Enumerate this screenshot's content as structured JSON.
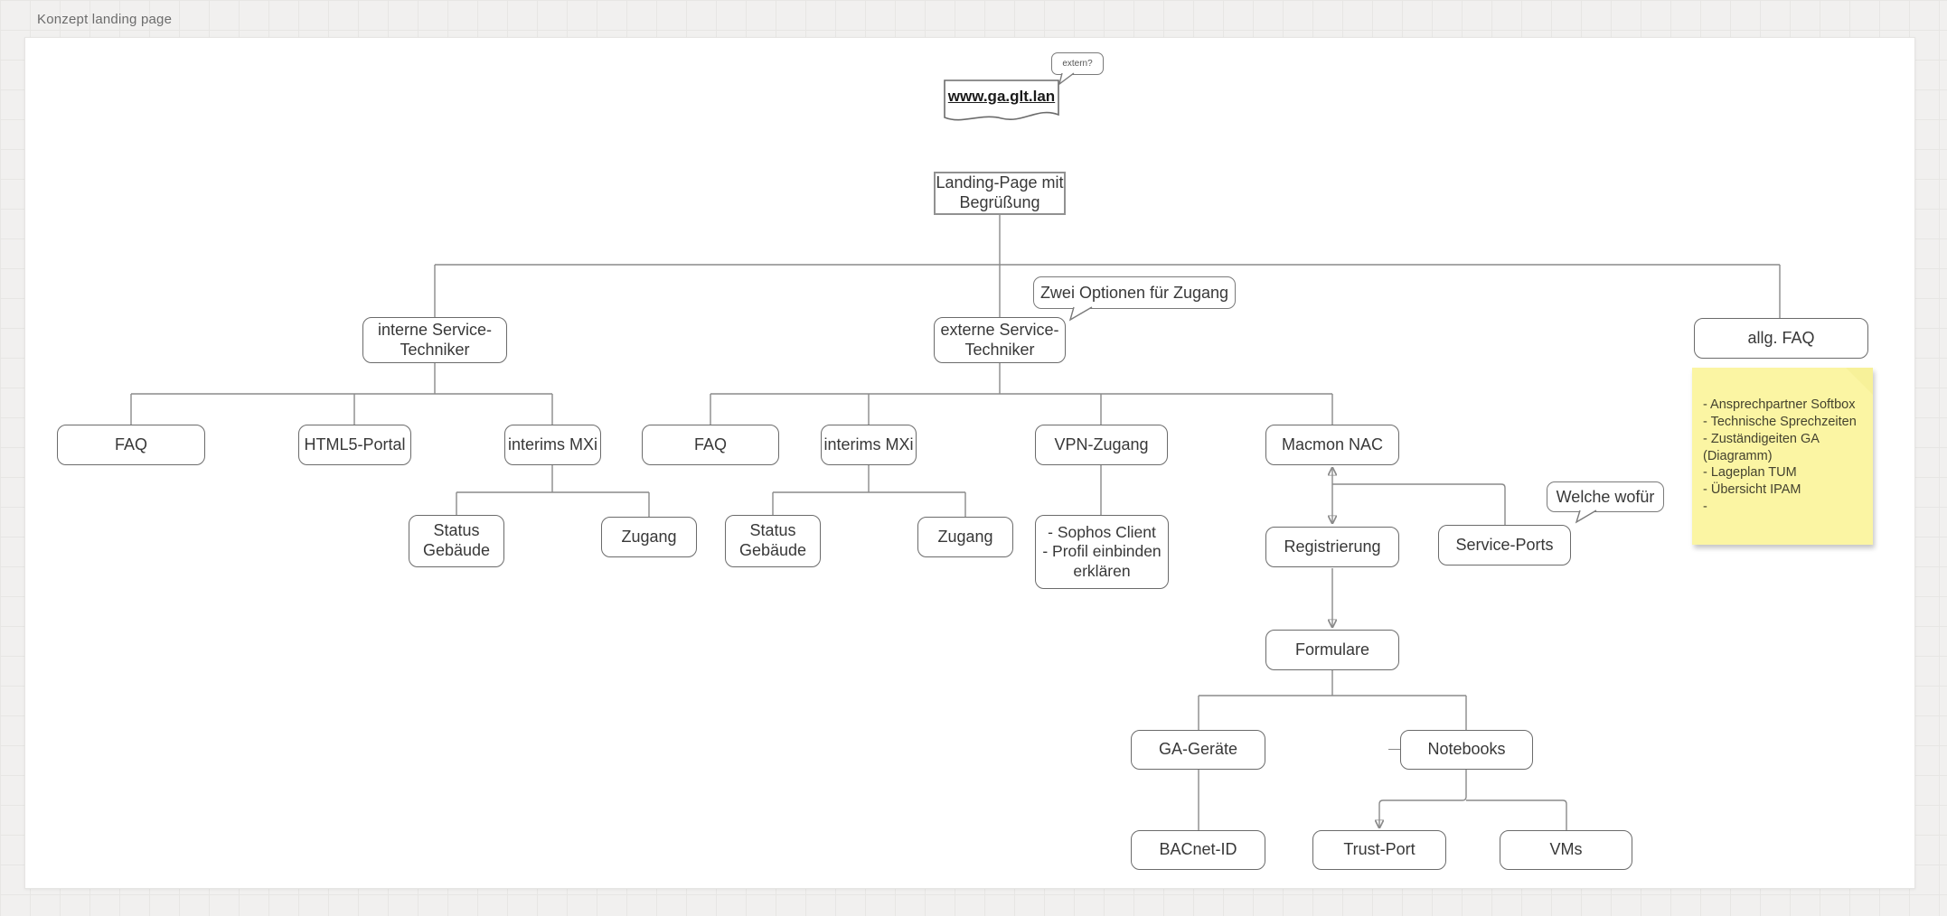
{
  "page": {
    "title": "Konzept landing page"
  },
  "colors": {
    "canvas_bg": "#ffffff",
    "grid_bg": "#f1f0ef",
    "node_border": "#6b6b6b",
    "connector": "#8a8a8a",
    "note_bg": "#fbf5a3"
  },
  "diagram": {
    "url_doc": {
      "label": "www.ga.glt.lan"
    },
    "extern_callout": {
      "label": "extern?"
    },
    "landing": {
      "line1": "Landing-Page mit",
      "line2": "Begrüßung"
    },
    "zugang_callout": {
      "label": "Zwei Optionen für Zugang"
    },
    "interne": {
      "line1": "interne Service-",
      "line2": "Techniker"
    },
    "externe": {
      "line1": "externe Service-",
      "line2": "Techniker"
    },
    "allg_faq": {
      "label": "allg. FAQ"
    },
    "faq_intern": {
      "label": "FAQ"
    },
    "html5_portal": {
      "label": "HTML5-Portal"
    },
    "interims_mxi_intern": {
      "label": "interims MXi"
    },
    "status_gebaeude_intern": {
      "line1": "Status",
      "line2": "Gebäude"
    },
    "zugang_intern": {
      "label": "Zugang"
    },
    "faq_extern": {
      "label": "FAQ"
    },
    "interims_mxi_extern": {
      "label": "interims MXi"
    },
    "status_gebaeude_extern": {
      "line1": "Status",
      "line2": "Gebäude"
    },
    "zugang_extern": {
      "label": "Zugang"
    },
    "vpn_zugang": {
      "label": "VPN-Zugang"
    },
    "vpn_details": {
      "line1": "- Sophos Client",
      "line2": "- Profil einbinden",
      "line3": "erklären"
    },
    "macmon_nac": {
      "label": "Macmon NAC"
    },
    "registrierung": {
      "label": "Registrierung"
    },
    "service_ports": {
      "label": "Service-Ports"
    },
    "welche_callout": {
      "label": "Welche wofür"
    },
    "formulare": {
      "label": "Formulare"
    },
    "ga_geraete": {
      "label": "GA-Geräte"
    },
    "notebooks": {
      "label": "Notebooks"
    },
    "bacnet_id": {
      "label": "BACnet-ID"
    },
    "trust_port": {
      "label": "Trust-Port"
    },
    "vms": {
      "label": "VMs"
    }
  },
  "note": {
    "lines": [
      "- Ansprechpartner Softbox",
      "- Technische Sprechzeiten",
      "- Zuständigeiten GA",
      "(Diagramm)",
      "- Lageplan TUM",
      "- Übersicht IPAM",
      "-"
    ]
  }
}
